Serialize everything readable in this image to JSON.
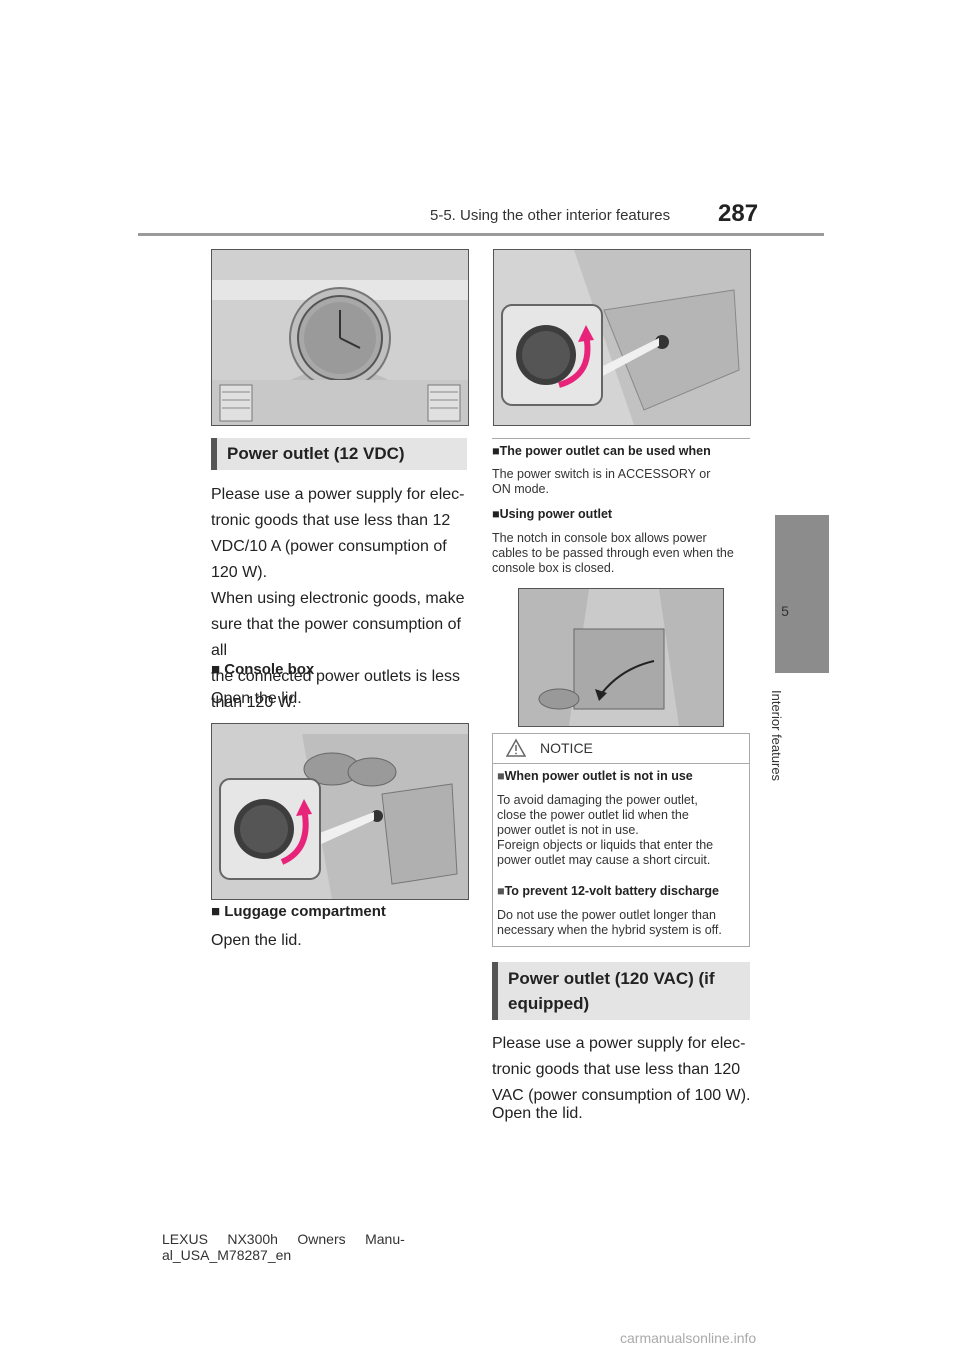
{
  "header": {
    "section": "5-5. Using the other interior features",
    "page_number": "287"
  },
  "side_tab": {
    "chapter_number": "5",
    "chapter_label": "Interior features"
  },
  "left": {
    "heading": "Power outlet (12 VDC)",
    "intro": [
      "Please use a power supply for elec-",
      "tronic goods that use less than 12",
      "VDC/10 A (power consumption of",
      "120 W).",
      "When using electronic goods, make",
      "sure that the power consumption of all",
      "the connected power outlets is less",
      "than 120 W."
    ],
    "console_head": "Console box",
    "console_text": "Open the lid.",
    "luggage_head": "Luggage compartment",
    "luggage_text": "Open the lid."
  },
  "right": {
    "when_head": "The power outlet can be used when",
    "when_text": [
      "The power switch is in ACCESSORY or",
      "ON mode."
    ],
    "using_head": "Using power outlet",
    "using_text": [
      "The notch in console box allows power",
      "cables to be passed through even when the",
      "console box is closed."
    ],
    "notice": {
      "title": "NOTICE",
      "item1_head": "When power outlet is not in use",
      "item1_text": [
        "To avoid damaging the power outlet,",
        "close the power outlet lid when the",
        "power outlet is not in use.",
        "Foreign objects or liquids that enter the",
        "power outlet may cause a short circuit."
      ],
      "item2_head": "To prevent 12-volt battery discharge",
      "item2_text": [
        "Do not use the power outlet longer than",
        "necessary when the hybrid system is off."
      ]
    },
    "ac_heading": [
      "Power outlet (120 VAC) (if",
      "equipped)"
    ],
    "ac_intro": [
      "Please use a power supply for elec-",
      "tronic goods that use less than 120",
      "VAC (power consumption of 100 W)."
    ],
    "ac_open": "Open the lid."
  },
  "footer": {
    "line1": "LEXUS     NX300h     Owners     Manu-",
    "line2": "al_USA_M78287_en"
  },
  "watermark": "carmanualsonline.info",
  "colors": {
    "accent_arrow": "#e8247a",
    "tab_gray": "#8c8c8c"
  }
}
